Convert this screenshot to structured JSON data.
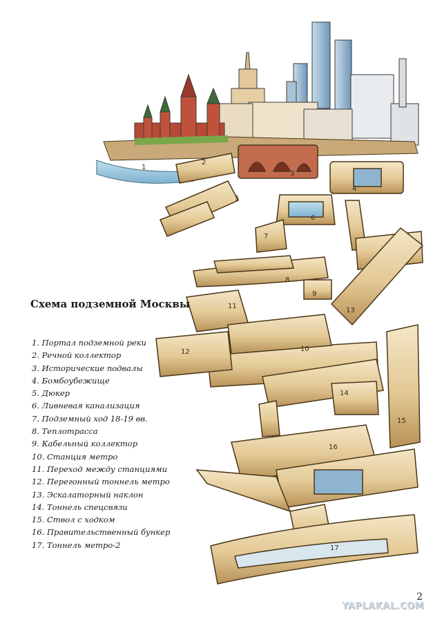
{
  "title": "Схема подземной Москвы",
  "legend": [
    "1. Портал подземной реки",
    "2. Речной коллектор",
    "3. Исторические подвалы",
    "4. Бомбоубежище",
    "5. Дюкер",
    "6. Ливневая канализация",
    "7. Подземный ход 18-19 вв.",
    "8. Теплотрасса",
    "9. Кабельный коллектор",
    "10. Станция метро",
    "11. Переход между станциями",
    "12. Перегонный тоннель метро",
    "13. Эскалаторный наклон",
    "14. Тоннель спецсвязи",
    "15. Ствол с ходком",
    "16. Правительственный бункер",
    "17. Тоннель метро-2"
  ],
  "diagram_numbers": [
    "1",
    "2",
    "3",
    "4",
    "5",
    "6",
    "7",
    "8",
    "9",
    "10",
    "11",
    "12",
    "13",
    "14",
    "15",
    "16",
    "17"
  ],
  "page_number": "2",
  "watermark": "YAPLAKAL.COM",
  "colors": {
    "tunnel_fill": "#e8d3a8",
    "tunnel_stroke": "#4a3618",
    "brick_red": "#b84a35",
    "sky_glass": "#8fb4cf",
    "water": "#9cc7dd",
    "grass": "#7aa74a",
    "earth": "#c9a979"
  }
}
